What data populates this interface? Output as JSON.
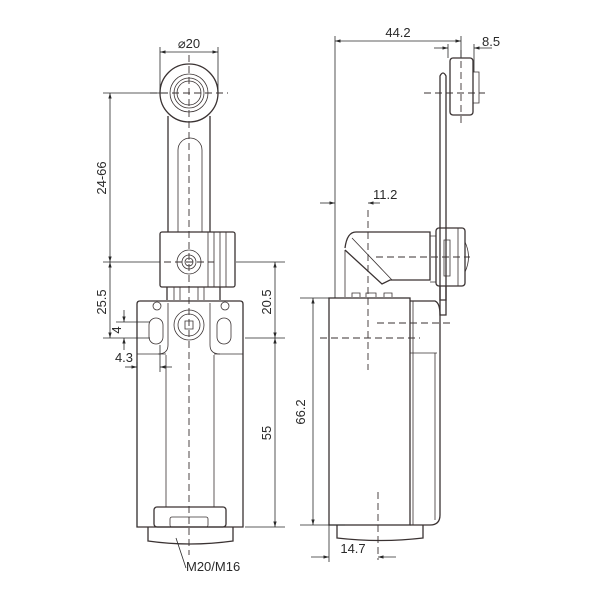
{
  "title": "Limit switch with adjustable roller lever - dimension drawing",
  "dimensions": {
    "roller_diameter": "⌀20",
    "lever_length": "24-66",
    "head_height": "25.5",
    "slot_height": "4",
    "slot_offset": "4.3",
    "head_to_mount": "20.5",
    "body_height": "55",
    "thread": "M20/M16",
    "lever_reach": "44.2",
    "roller_width": "8.5",
    "axis_offset": "11.2",
    "side_height": "66.2",
    "gland_offset": "14.7"
  },
  "colors": {
    "line": "#3a3232"
  }
}
